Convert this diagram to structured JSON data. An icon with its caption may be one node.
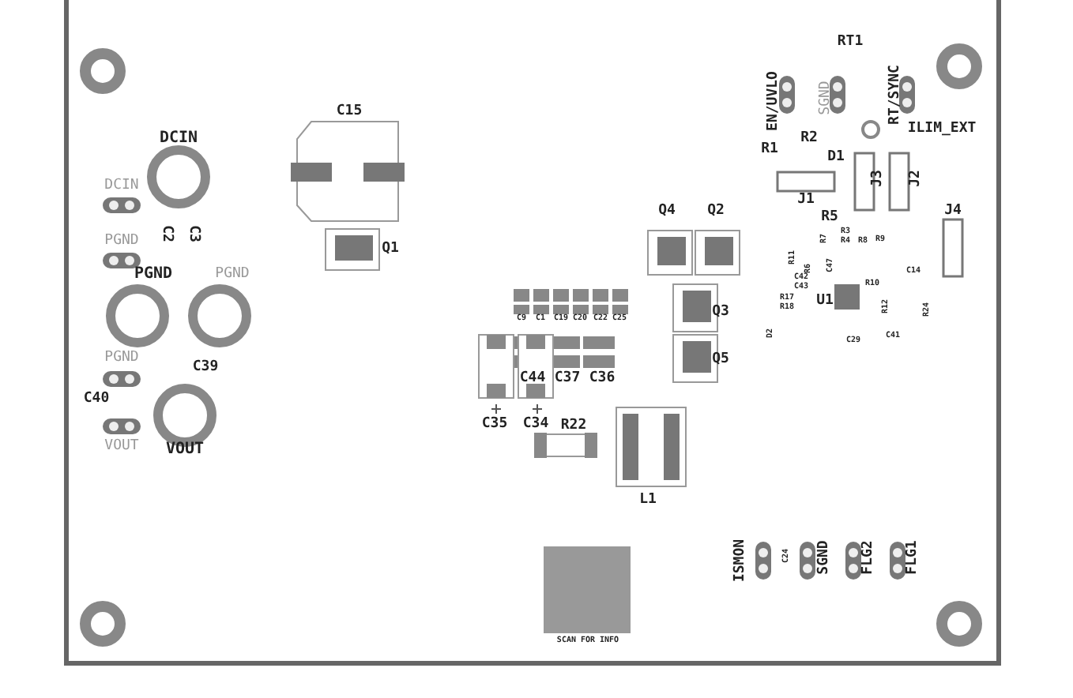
{
  "diagram": {
    "labels": [
      "RT1",
      "EN/UVLO",
      "SGND",
      "RT/SYNC",
      "C15",
      "ILIM_EXT",
      "R2",
      "R1",
      "D1",
      "DCIN",
      "DCIN",
      "J1",
      "J3",
      "J2",
      "R5",
      "J4",
      "PGND",
      "C2",
      "C3",
      "Q4",
      "Q2",
      "Q1",
      "R7",
      "R3",
      "R4",
      "R8",
      "R9",
      "R11",
      "R6",
      "C47",
      "C14",
      "C42",
      "C43",
      "R10",
      "PGND",
      "PGND",
      "U1",
      "R17",
      "R18",
      "R12",
      "R24",
      "C9",
      "C1",
      "C19",
      "C20",
      "C22",
      "C25",
      "Q3",
      "D2",
      "C29",
      "C41",
      "PGND",
      "Q5",
      "C39",
      "C44",
      "C37",
      "C36",
      "C40",
      "C35",
      "C34",
      "R22",
      "VOUT",
      "VOUT",
      "L1",
      "ISMON",
      "C24",
      "SGND",
      "FLG2",
      "FLG1",
      "SCAN FOR INFO"
    ]
  }
}
